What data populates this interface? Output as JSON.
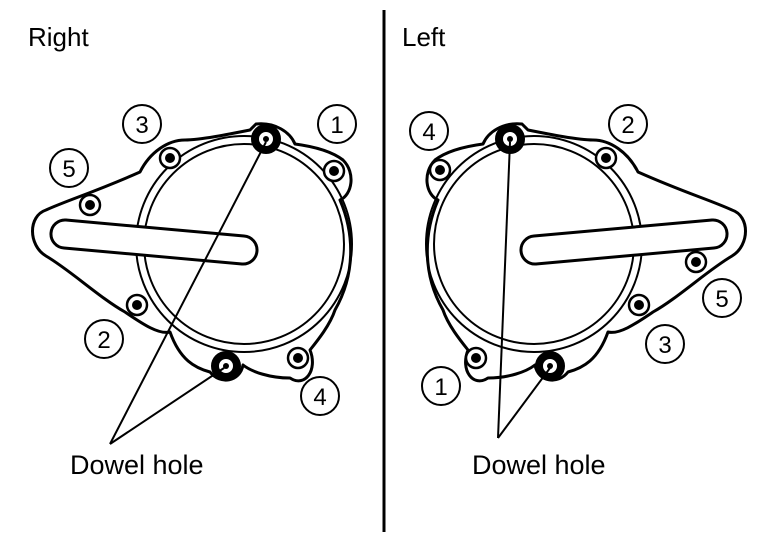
{
  "panels": {
    "right": {
      "title": "Right",
      "dowel_label": "Dowel hole",
      "callouts": [
        "1",
        "2",
        "3",
        "4",
        "5"
      ]
    },
    "left": {
      "title": "Left",
      "dowel_label": "Dowel hole",
      "callouts": [
        "1",
        "2",
        "3",
        "4",
        "5"
      ]
    }
  }
}
